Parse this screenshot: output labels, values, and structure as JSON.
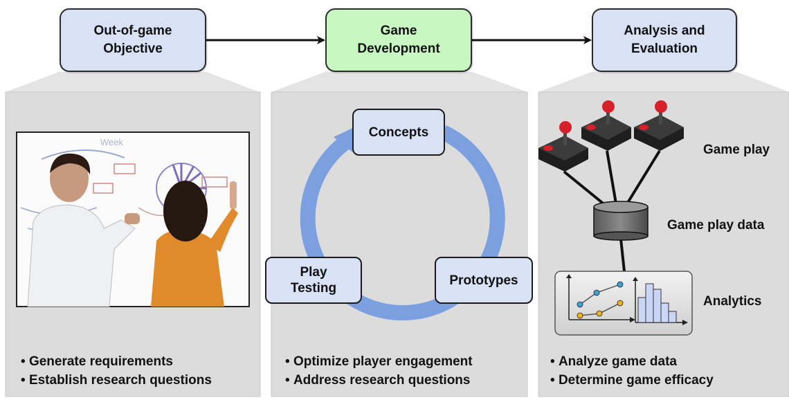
{
  "colors": {
    "panel": "#dcdcdc",
    "stage_blue": "#d9e1f5",
    "stage_green": "#c8f7c1",
    "cycle_arrow": "#7c9fe0"
  },
  "stages": [
    {
      "label": "Out-of-game\nObjective",
      "color": "#d9e1f5"
    },
    {
      "label": "Game\nDevelopment",
      "color": "#c8f7c1"
    },
    {
      "label": "Analysis and\nEvaluation",
      "color": "#d9e1f5"
    }
  ],
  "panels": {
    "objective": {
      "photo": "whiteboard-discussion-photo",
      "bullets": [
        "Generate requirements",
        "Establish research questions"
      ]
    },
    "development": {
      "cycle": [
        "Concepts",
        "Prototypes",
        "Play\nTesting"
      ],
      "bullets": [
        "Optimize player engagement",
        "Address research questions"
      ]
    },
    "analysis": {
      "labels": {
        "gameplay": "Game play",
        "data": "Game play data",
        "analytics": "Analytics"
      },
      "icons": [
        "joystick-icon",
        "database-icon",
        "analytics-chart-icon"
      ],
      "bullets": [
        "Analyze game data",
        "Determine game efficacy"
      ]
    }
  }
}
